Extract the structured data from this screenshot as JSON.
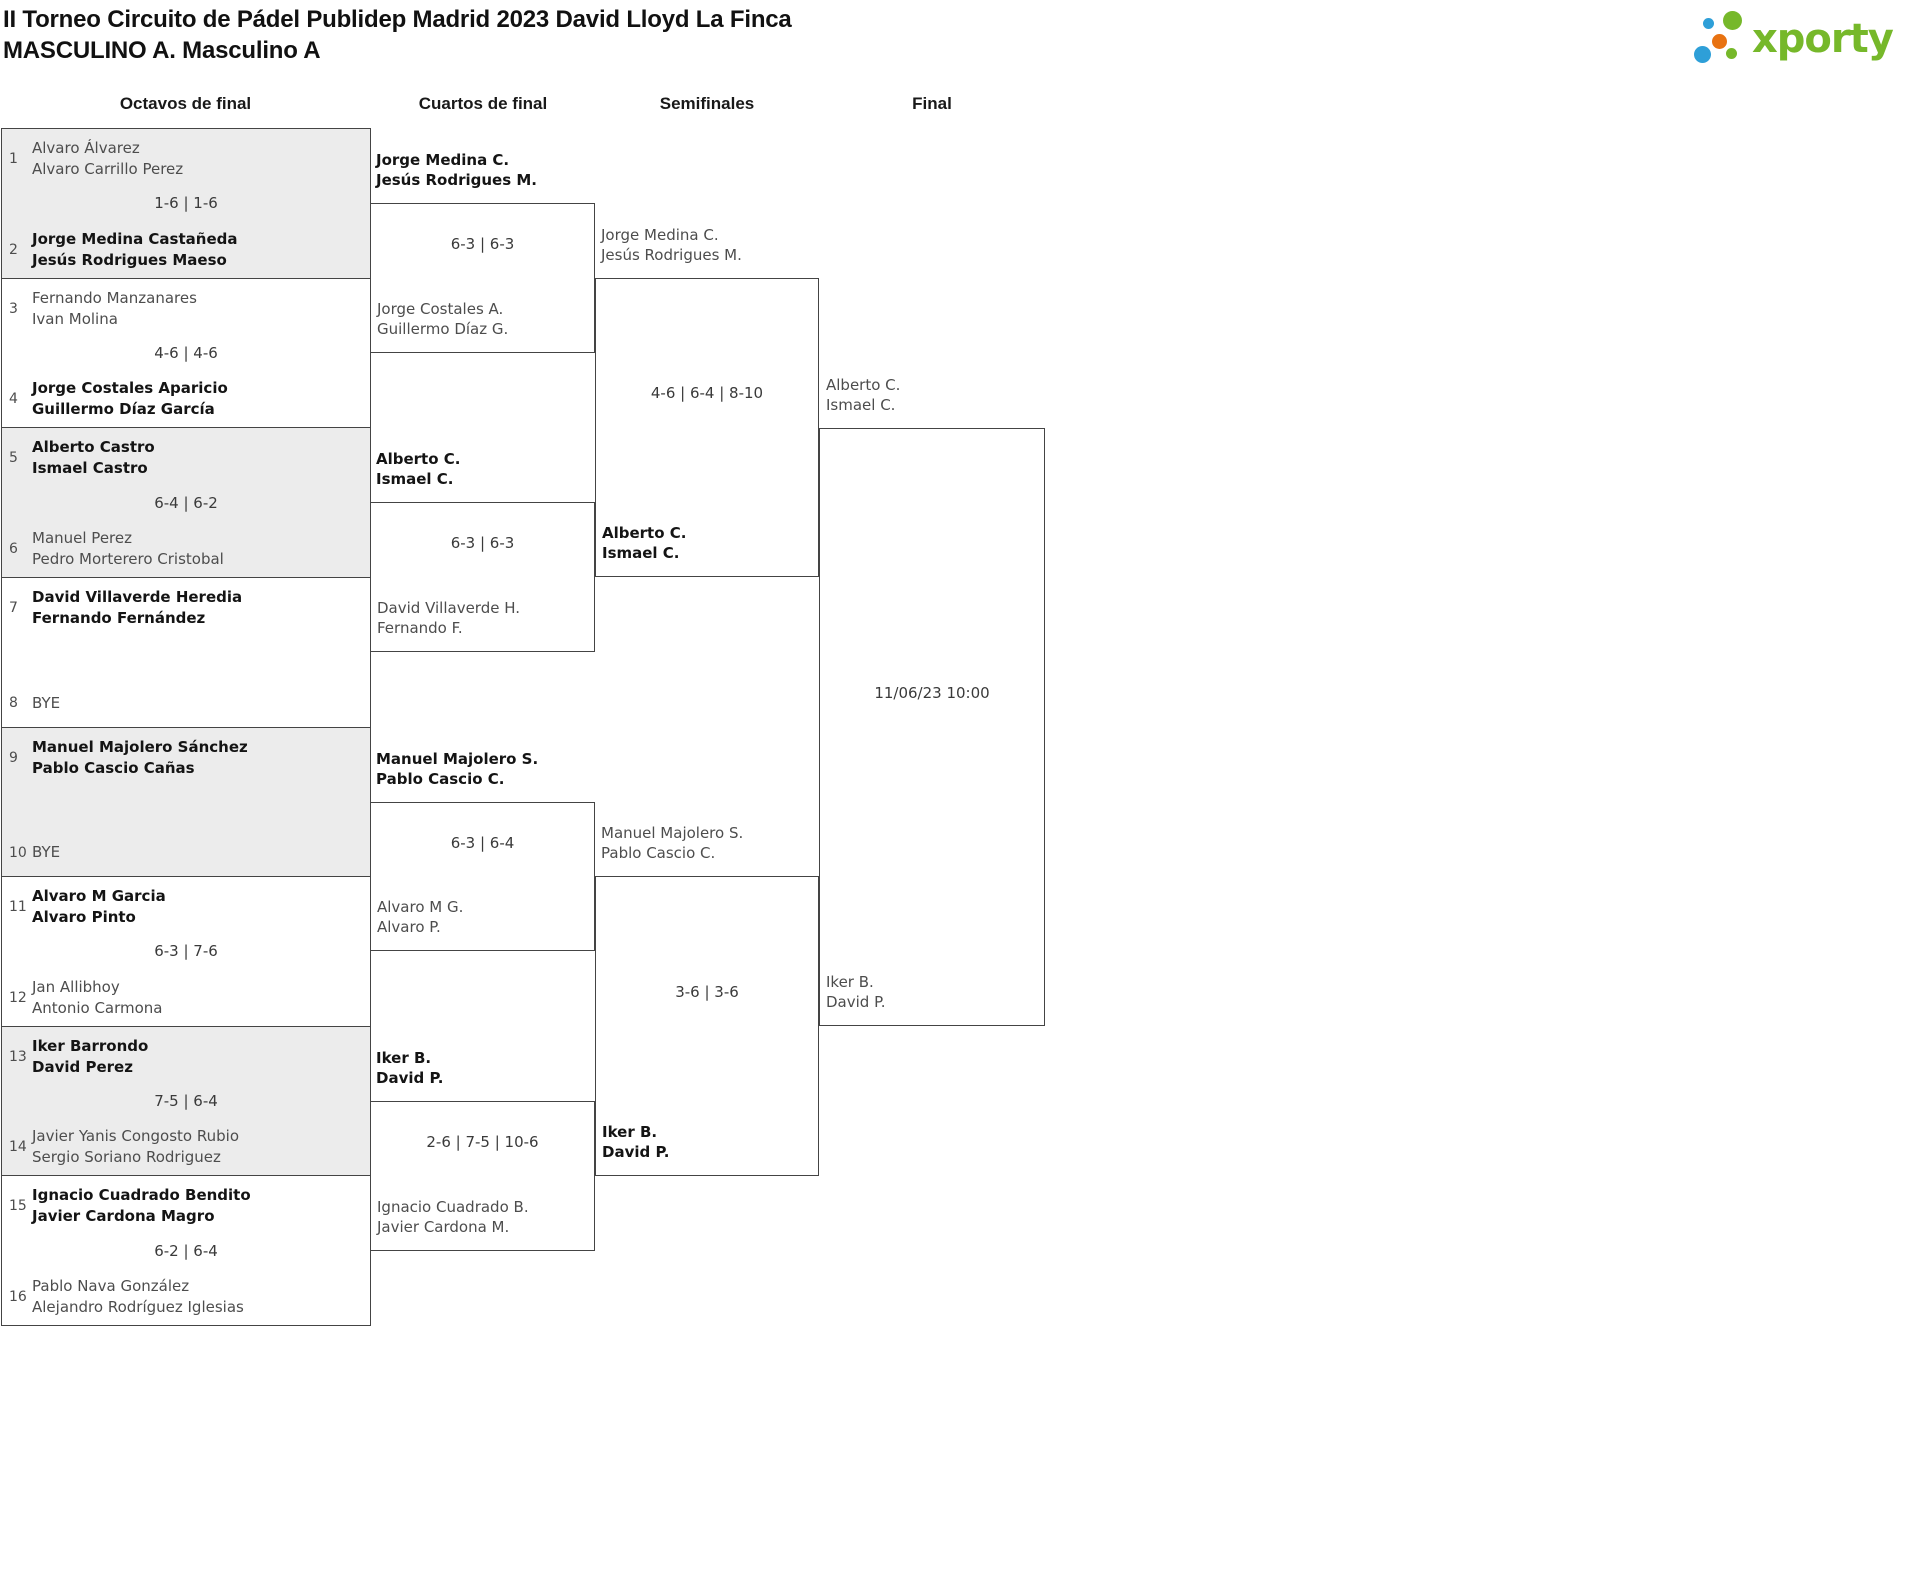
{
  "title": {
    "line1": "II Torneo Circuito de Pádel Publidep Madrid 2023 David Lloyd La Finca",
    "line2": "MASCULINO A. Masculino A"
  },
  "logo": {
    "text": "xporty",
    "colors": {
      "green": "#76b82a",
      "blue": "#2e9fd8",
      "orange": "#e87211"
    }
  },
  "colors": {
    "shaded_row": "#ececec",
    "border": "#444444",
    "text_regular": "#4d4d4d",
    "text_winner": "#141414"
  },
  "rounds": [
    {
      "label": "Octavos de final"
    },
    {
      "label": "Cuartos de final"
    },
    {
      "label": "Semifinales"
    },
    {
      "label": "Final"
    }
  ],
  "bracket": {
    "octavos": [
      {
        "seed1": "1",
        "team1": [
          "Alvaro Álvarez",
          "Alvaro Carrillo Perez"
        ],
        "score": "1-6 | 1-6",
        "seed2": "2",
        "team2": [
          "Jorge Medina Castañeda",
          "Jesús Rodrigues Maeso"
        ],
        "winner": "team2"
      },
      {
        "seed1": "3",
        "team1": [
          "Fernando Manzanares",
          "Ivan Molina"
        ],
        "score": "4-6 | 4-6",
        "seed2": "4",
        "team2": [
          "Jorge Costales Aparicio",
          "Guillermo Díaz García"
        ],
        "winner": "team2"
      },
      {
        "seed1": "5",
        "team1": [
          "Alberto Castro",
          "Ismael Castro"
        ],
        "score": "6-4 | 6-2",
        "seed2": "6",
        "team2": [
          "Manuel Perez",
          "Pedro Morterero Cristobal"
        ],
        "winner": "team1"
      },
      {
        "seed1": "7",
        "team1": [
          "David Villaverde Heredia",
          "Fernando Fernández"
        ],
        "score": null,
        "seed2": "8",
        "team2": [
          "BYE"
        ],
        "winner": "team1"
      },
      {
        "seed1": "9",
        "team1": [
          "Manuel Majolero Sánchez",
          "Pablo Cascio Cañas"
        ],
        "score": null,
        "seed2": "10",
        "team2": [
          "BYE"
        ],
        "winner": "team1"
      },
      {
        "seed1": "11",
        "team1": [
          "Alvaro M Garcia",
          "Alvaro Pinto"
        ],
        "score": "6-3 | 7-6",
        "seed2": "12",
        "team2": [
          "Jan Allibhoy",
          "Antonio Carmona"
        ],
        "winner": "team1"
      },
      {
        "seed1": "13",
        "team1": [
          "Iker Barrondo",
          "David Perez"
        ],
        "score": "7-5 | 6-4",
        "seed2": "14",
        "team2": [
          "Javier Yanis Congosto Rubio",
          "Sergio Soriano Rodriguez"
        ],
        "winner": "team1"
      },
      {
        "seed1": "15",
        "team1": [
          "Ignacio Cuadrado Bendito",
          "Javier Cardona Magro"
        ],
        "score": "6-2 | 6-4",
        "seed2": "16",
        "team2": [
          "Pablo Nava González",
          "Alejandro Rodríguez Iglesias"
        ],
        "winner": "team1"
      }
    ],
    "cuartos": [
      {
        "team1": [
          "Jorge Medina C.",
          "Jesús Rodrigues M."
        ],
        "score": "6-3 | 6-3",
        "team2": [
          "Jorge Costales A.",
          "Guillermo Díaz G."
        ],
        "winner": "team1"
      },
      {
        "team1": [
          "Alberto C.",
          "Ismael C."
        ],
        "score": "6-3 | 6-3",
        "team2": [
          "David Villaverde H.",
          "Fernando F."
        ],
        "winner": "team1"
      },
      {
        "team1": [
          "Manuel Majolero S.",
          "Pablo Cascio C."
        ],
        "score": "6-3 | 6-4",
        "team2": [
          "Alvaro M G.",
          "Alvaro P."
        ],
        "winner": "team1"
      },
      {
        "team1": [
          "Iker B.",
          "David P."
        ],
        "score": "2-6 | 7-5 | 10-6",
        "team2": [
          "Ignacio Cuadrado B.",
          "Javier Cardona M."
        ],
        "winner": "team1"
      }
    ],
    "semifinales": [
      {
        "team1": [
          "Jorge Medina C.",
          "Jesús Rodrigues M."
        ],
        "score": "4-6 | 6-4 | 8-10",
        "team2": [
          "Alberto C.",
          "Ismael C."
        ],
        "winner": "team2"
      },
      {
        "team1": [
          "Manuel Majolero S.",
          "Pablo Cascio C."
        ],
        "score": "3-6 | 3-6",
        "team2": [
          "Iker B.",
          "David P."
        ],
        "winner": "team2"
      }
    ],
    "final": {
      "team1": [
        "Alberto C.",
        "Ismael C."
      ],
      "schedule": "11/06/23 10:00",
      "team2": [
        "Iker B.",
        "David P."
      ],
      "winner": null
    }
  }
}
